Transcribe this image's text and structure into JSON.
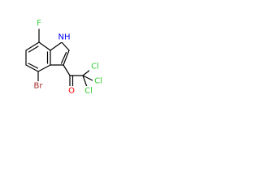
{
  "molecule": {
    "atoms": {
      "F": {
        "label": "F",
        "color": "#33cc33"
      },
      "NH": {
        "label": "NH",
        "color": "#0000ff"
      },
      "Br": {
        "label": "Br",
        "color": "#a52a2a"
      },
      "O": {
        "label": "O",
        "color": "#ff0000"
      },
      "Cl1": {
        "label": "Cl",
        "color": "#33cc33"
      },
      "Cl2": {
        "label": "Cl",
        "color": "#33cc33"
      },
      "Cl3": {
        "label": "Cl",
        "color": "#33cc33"
      }
    }
  }
}
